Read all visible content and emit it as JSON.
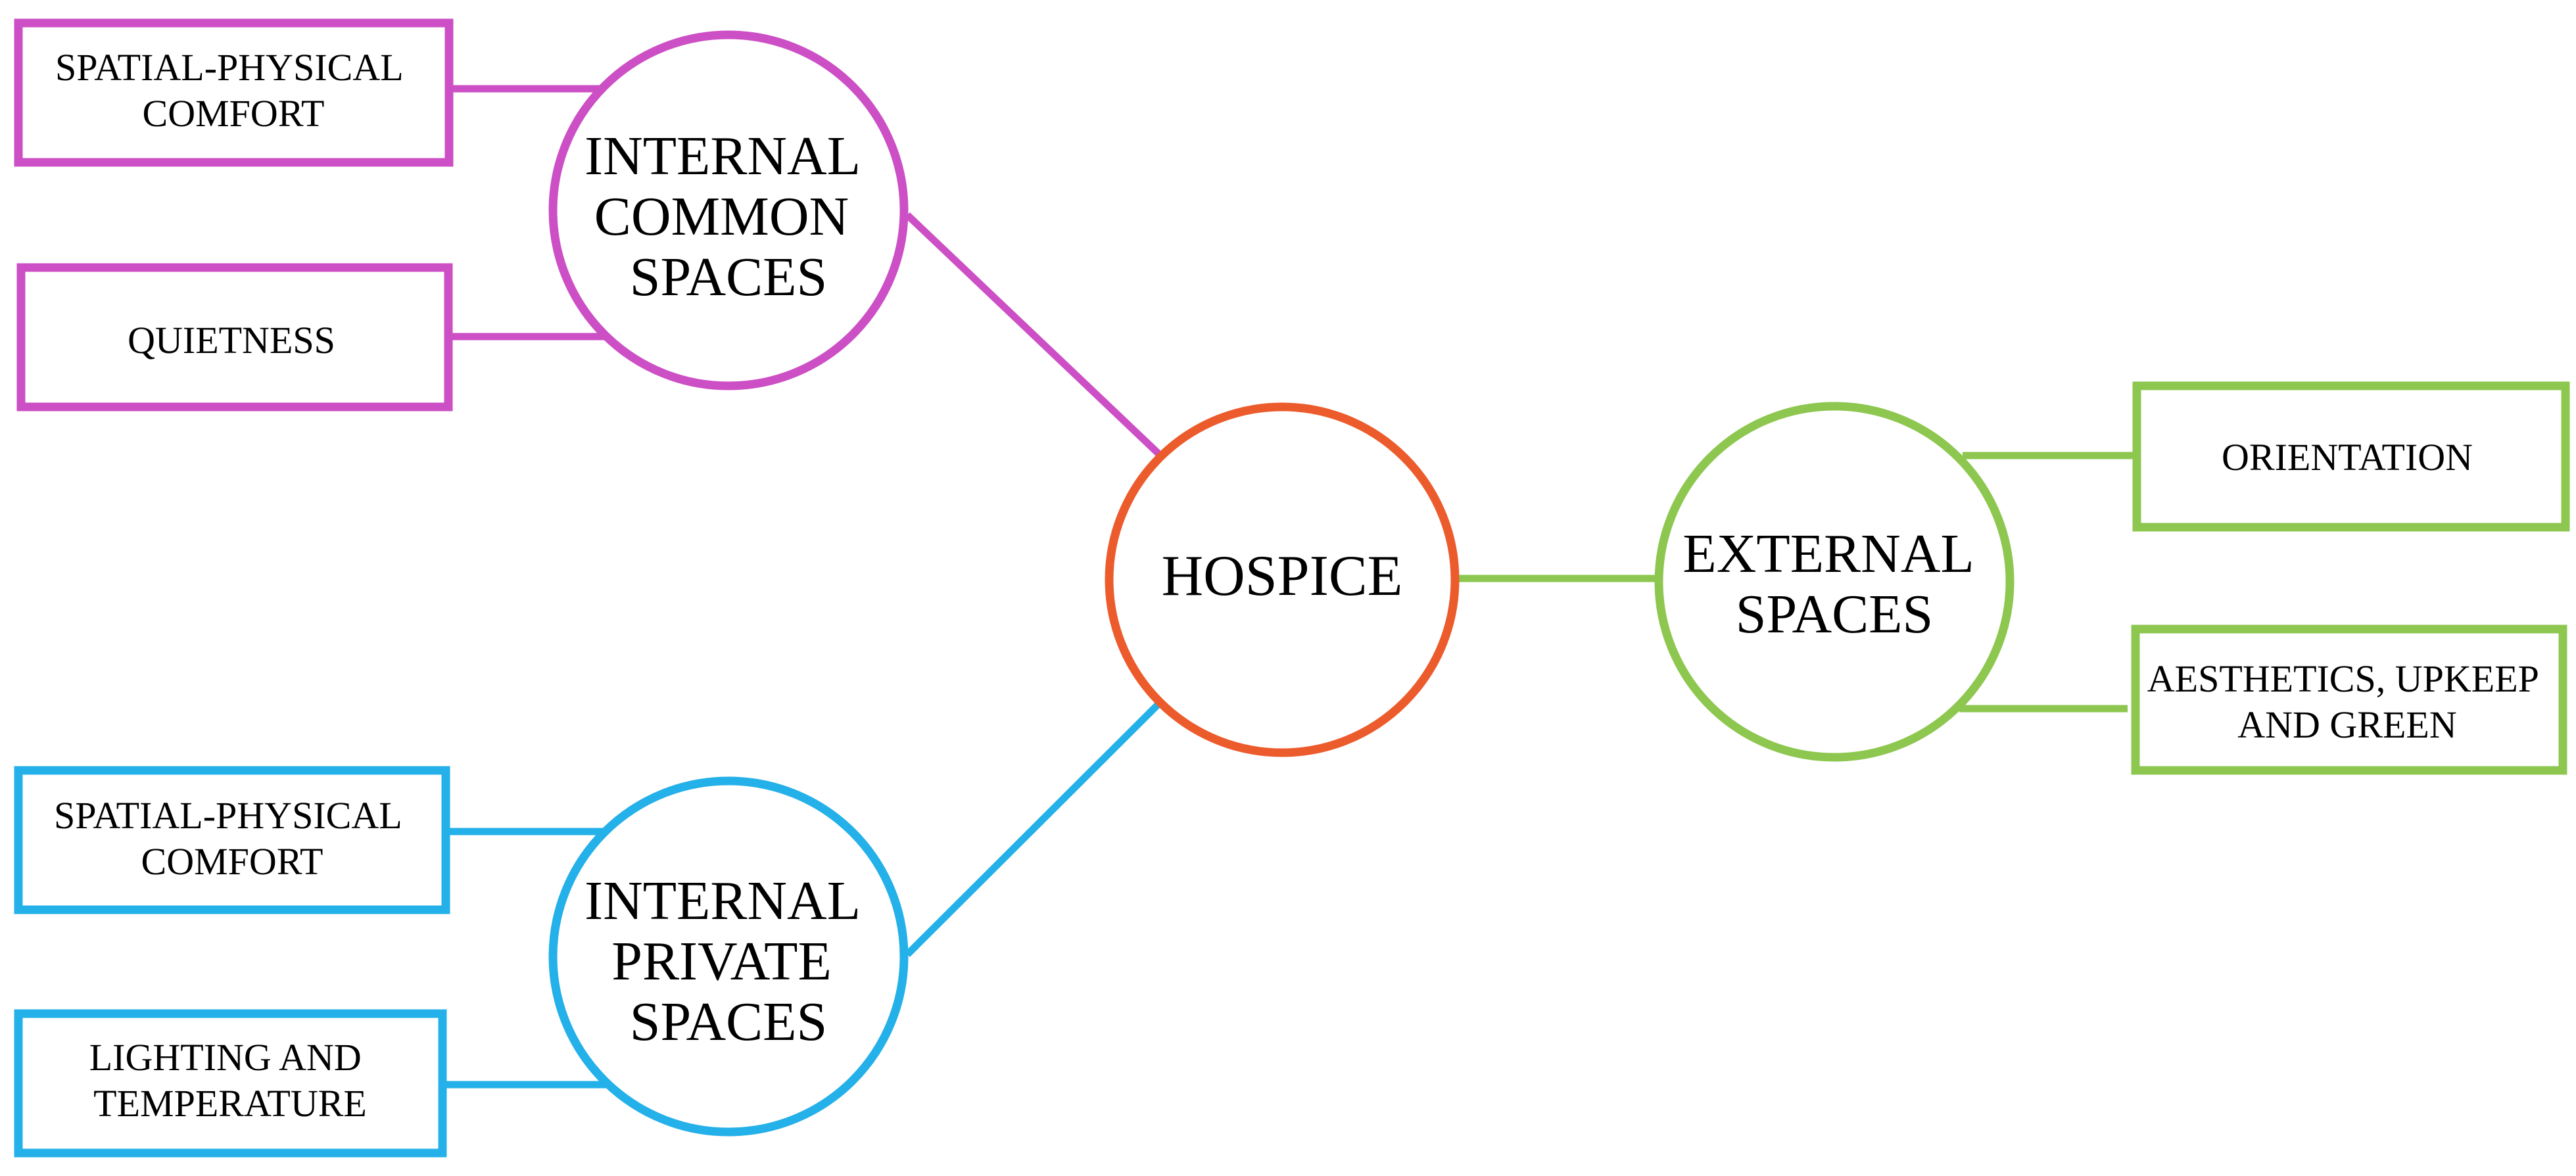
{
  "colors": {
    "hub": "#ec5b2c",
    "internal_common": "#cc4fc5",
    "internal_private": "#24b0e8",
    "external": "#8dc74f",
    "text": "#000000",
    "background": "#ffffff"
  },
  "hub": {
    "label": "HOSPICE"
  },
  "branches": {
    "internal_common": {
      "label_lines": [
        "INTERNAL",
        "COMMON",
        "SPACES"
      ],
      "items": [
        {
          "label_lines": [
            "SPATIAL-PHYSICAL",
            "COMFORT"
          ]
        },
        {
          "label_lines": [
            "QUIETNESS"
          ]
        }
      ]
    },
    "internal_private": {
      "label_lines": [
        "INTERNAL",
        "PRIVATE",
        "SPACES"
      ],
      "items": [
        {
          "label_lines": [
            "SPATIAL-PHYSICAL",
            "COMFORT"
          ]
        },
        {
          "label_lines": [
            "LIGHTING AND",
            "TEMPERATURE"
          ]
        }
      ]
    },
    "external": {
      "label_lines": [
        "EXTERNAL",
        "SPACES"
      ],
      "items": [
        {
          "label_lines": [
            "ORIENTATION"
          ]
        },
        {
          "label_lines": [
            "AESTHETICS, UPKEEP",
            "AND GREEN"
          ]
        }
      ]
    }
  }
}
